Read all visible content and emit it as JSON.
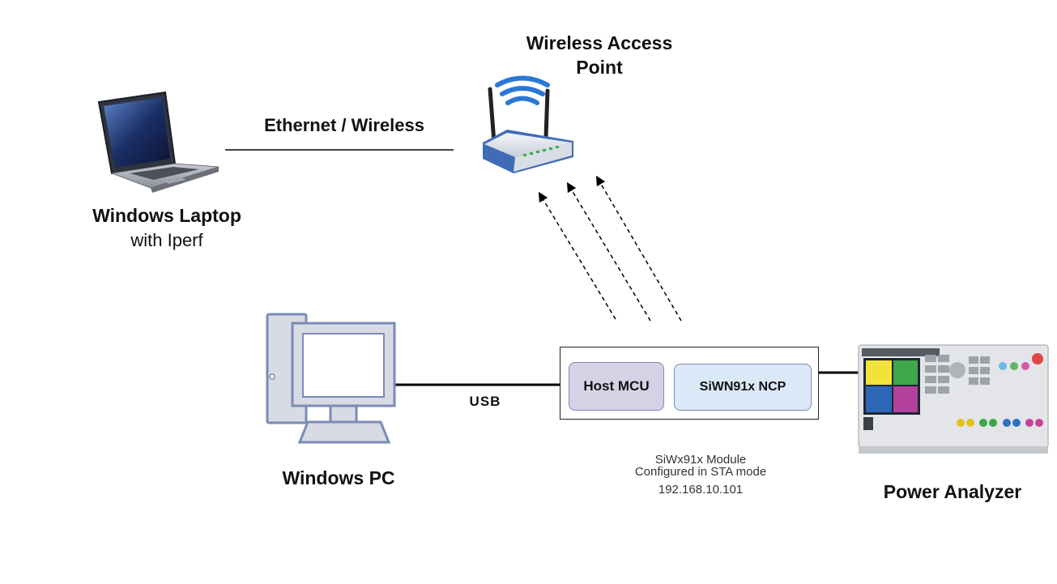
{
  "access_point": {
    "title_line1": "Wireless Access",
    "title_line2": "Point",
    "icon": "wireless-router-icon"
  },
  "laptop": {
    "title": "Windows Laptop",
    "subtitle": "with Iperf",
    "icon": "laptop-icon"
  },
  "link": {
    "label": "Ethernet / Wireless"
  },
  "pc": {
    "title": "Windows PC",
    "icon": "desktop-pc-icon"
  },
  "usb": {
    "label": "USB"
  },
  "module": {
    "host_label": "Host MCU",
    "ncp_label": "SiWN91x NCP",
    "caption_line1": "SiWx91x Module",
    "caption_line2": "Configured in STA mode",
    "caption_line3": "192.168.10.101"
  },
  "power_analyzer": {
    "title": "Power Analyzer",
    "icon": "power-analyzer-icon"
  },
  "colors": {
    "host_fill": "#d5d2e6",
    "ncp_fill": "#dbe8f8",
    "pc_outline": "#7b8bb8",
    "router_blue": "#3f6cb5",
    "wifi_blue": "#2a78d6"
  }
}
